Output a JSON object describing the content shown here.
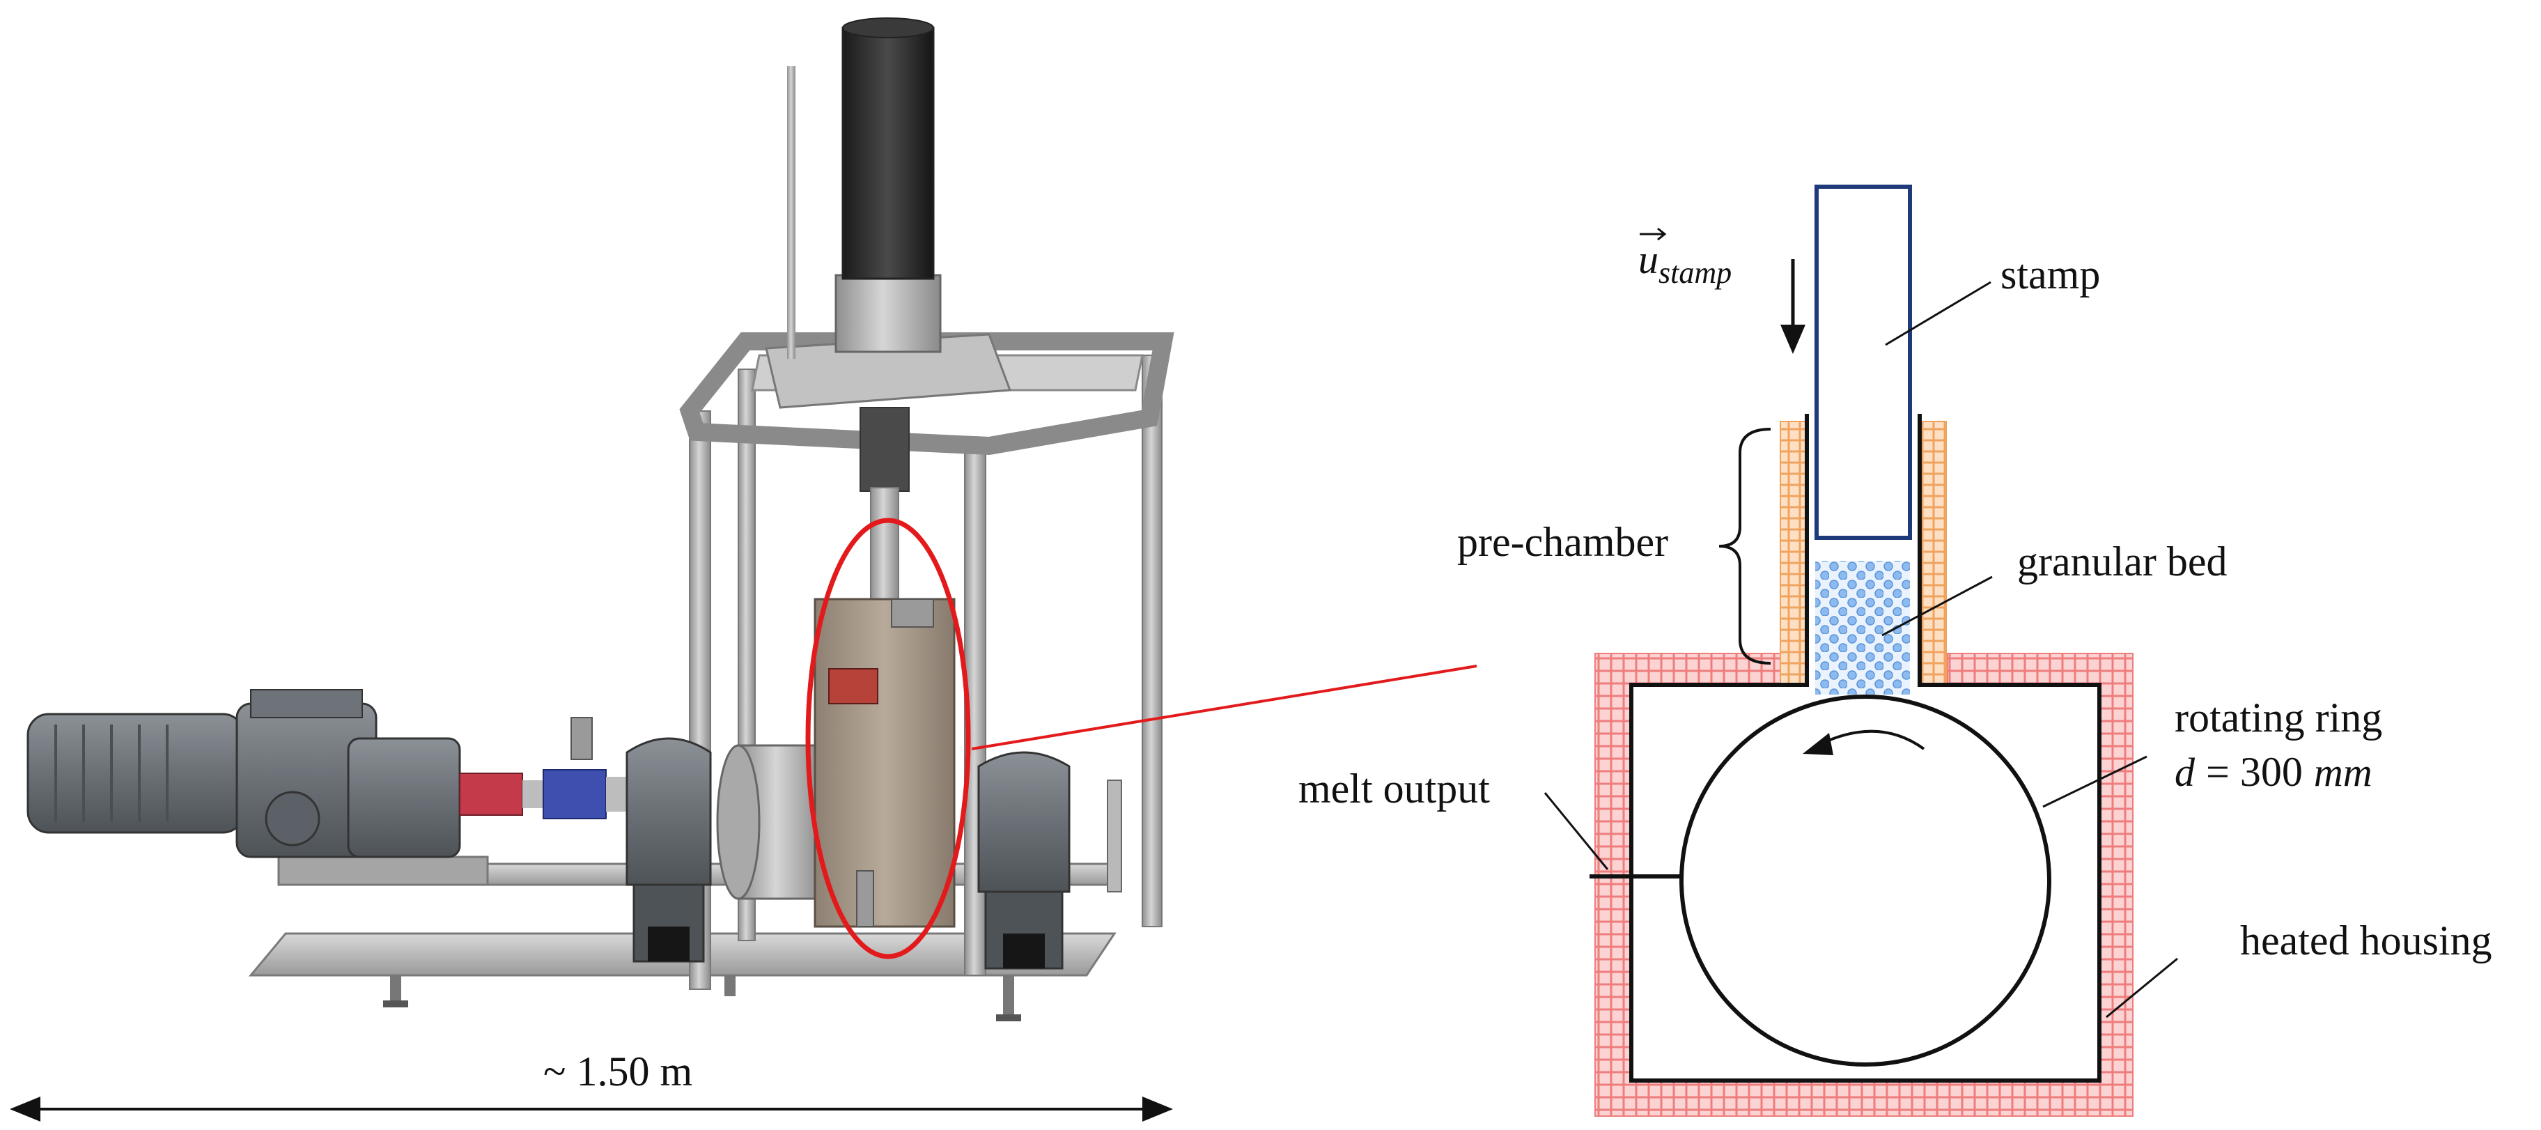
{
  "photo": {
    "scale_label": "~ 1.50 m"
  },
  "labels": {
    "u_vector": "u",
    "u_subscript": "stamp",
    "stamp": "stamp",
    "pre_chamber": "pre-chamber",
    "granular_bed": "granular bed",
    "rotating_ring": "rotating ring",
    "diameter_symbol": "d",
    "diameter_eq": "= 300",
    "diameter_unit": "mm",
    "melt_output": "melt output",
    "heated_housing": "heated housing"
  },
  "colors": {
    "highlight": "#e31a1c",
    "stamp_outline": "#1f3a7a",
    "insulation_orange": "#f4b07a",
    "insulation_red": "#f28b8b",
    "granules": "#7fb0ea",
    "line": "#111111"
  }
}
